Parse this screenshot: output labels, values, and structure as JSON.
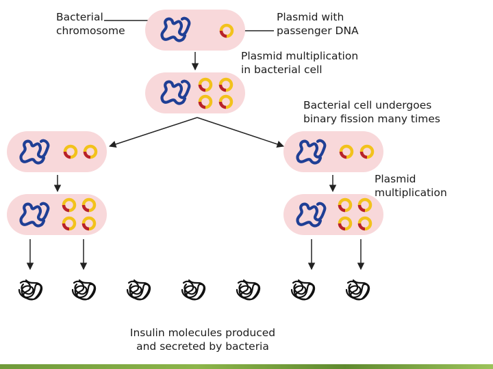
{
  "labels": {
    "bacterial_chromosome": [
      "Bacterial",
      "chromosome"
    ],
    "plasmid_with_passenger_dna": [
      "Plasmid with",
      "passenger DNA"
    ],
    "plasmid_multiplication_in_cell": [
      "Plasmid multiplication",
      "in bacterial cell"
    ],
    "binary_fission": [
      "Bacterial cell undergoes",
      "binary fission many times"
    ],
    "plasmid_multiplication": [
      "Plasmid",
      "multiplication"
    ],
    "insulin_molecules": [
      "Insulin molecules produced",
      "and secreted by bacteria"
    ]
  },
  "colors": {
    "cell_fill": "#f8d8da",
    "chromosome": "#1f3f95",
    "plasmid_ring": "#f2c21b",
    "passenger_dna": "#b8212b",
    "arrow": "#222222",
    "insulin": "#111111",
    "accent_bar": "#7aa63e"
  },
  "icons": {
    "chromosome": "coiled-chromosome-icon",
    "plasmid": "plasmid-ring-icon",
    "insulin": "insulin-molecule-icon"
  }
}
